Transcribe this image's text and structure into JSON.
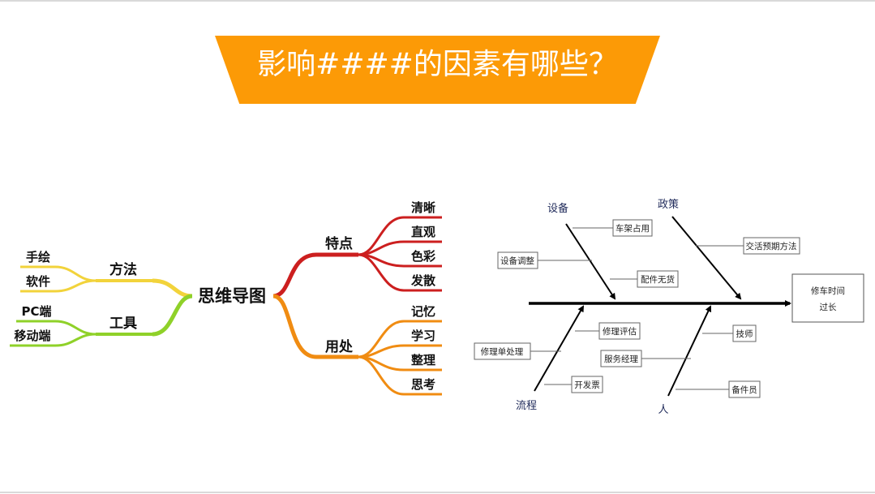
{
  "title": "影响####的因素有哪些？",
  "colors": {
    "banner": "#fc9a06",
    "red_branch": "#cc1f1f",
    "orange_branch": "#f08c12",
    "yellow_branch": "#f2d33b",
    "green_branch": "#8fd129",
    "fishbone_text": "#1f2a5a"
  },
  "mindmap": {
    "center": "思维导图",
    "left": [
      {
        "label": "方法",
        "leaves": [
          "手绘",
          "软件"
        ]
      },
      {
        "label": "工具",
        "leaves": [
          "PC端",
          "移动端"
        ]
      }
    ],
    "right": [
      {
        "label": "特点",
        "leaves": [
          "清晰",
          "直观",
          "色彩",
          "发散"
        ]
      },
      {
        "label": "用处",
        "leaves": [
          "记忆",
          "学习",
          "整理",
          "思考"
        ]
      }
    ]
  },
  "fishbone": {
    "head": {
      "line1": "修车时间",
      "line2": "过长"
    },
    "categories": {
      "equipment": "设备",
      "policy": "政策",
      "process": "流程",
      "people": "人"
    },
    "causes": {
      "frame_occupied": "车架占用",
      "equipment_adjust": "设备调整",
      "parts_out": "配件无货",
      "delivery_prediction": "交活预期方法",
      "repair_eval": "修理评估",
      "order_processing": "修理单处理",
      "invoice": "开发票",
      "technician": "技师",
      "service_manager": "服务经理",
      "parts_clerk": "备件员"
    }
  }
}
